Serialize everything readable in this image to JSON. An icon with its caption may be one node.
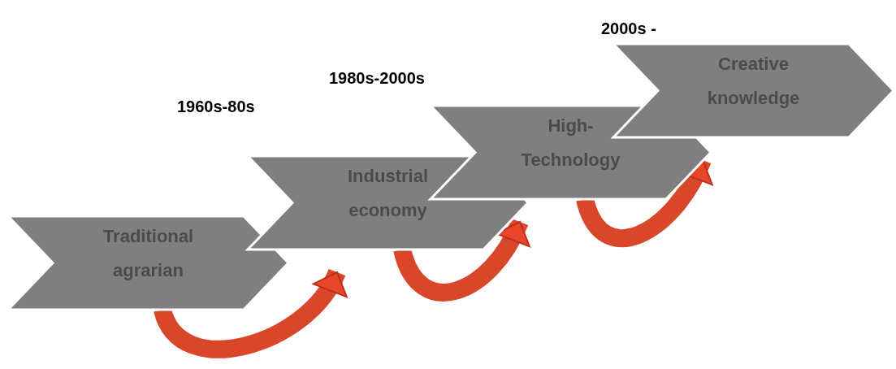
{
  "diagram": {
    "nodes": [
      {
        "text": [
          "Traditional agrarian"
        ]
      },
      {
        "text": [
          "Industrial economy"
        ],
        "beside": [
          "1960s-80s"
        ]
      },
      {
        "text": [
          "High- Technology"
        ],
        "beside": [
          "1980s-2000s"
        ]
      },
      {
        "text": [
          "Creative knowledge"
        ],
        "beside": [
          "2000s -"
        ]
      }
    ],
    "edges": [
      {
        "from": 0,
        "to": 1,
        "arrow": "to"
      },
      {
        "from": 1,
        "to": 2,
        "arrow": "to"
      },
      {
        "from": 2,
        "to": 3,
        "arrow": "to"
      }
    ]
  }
}
